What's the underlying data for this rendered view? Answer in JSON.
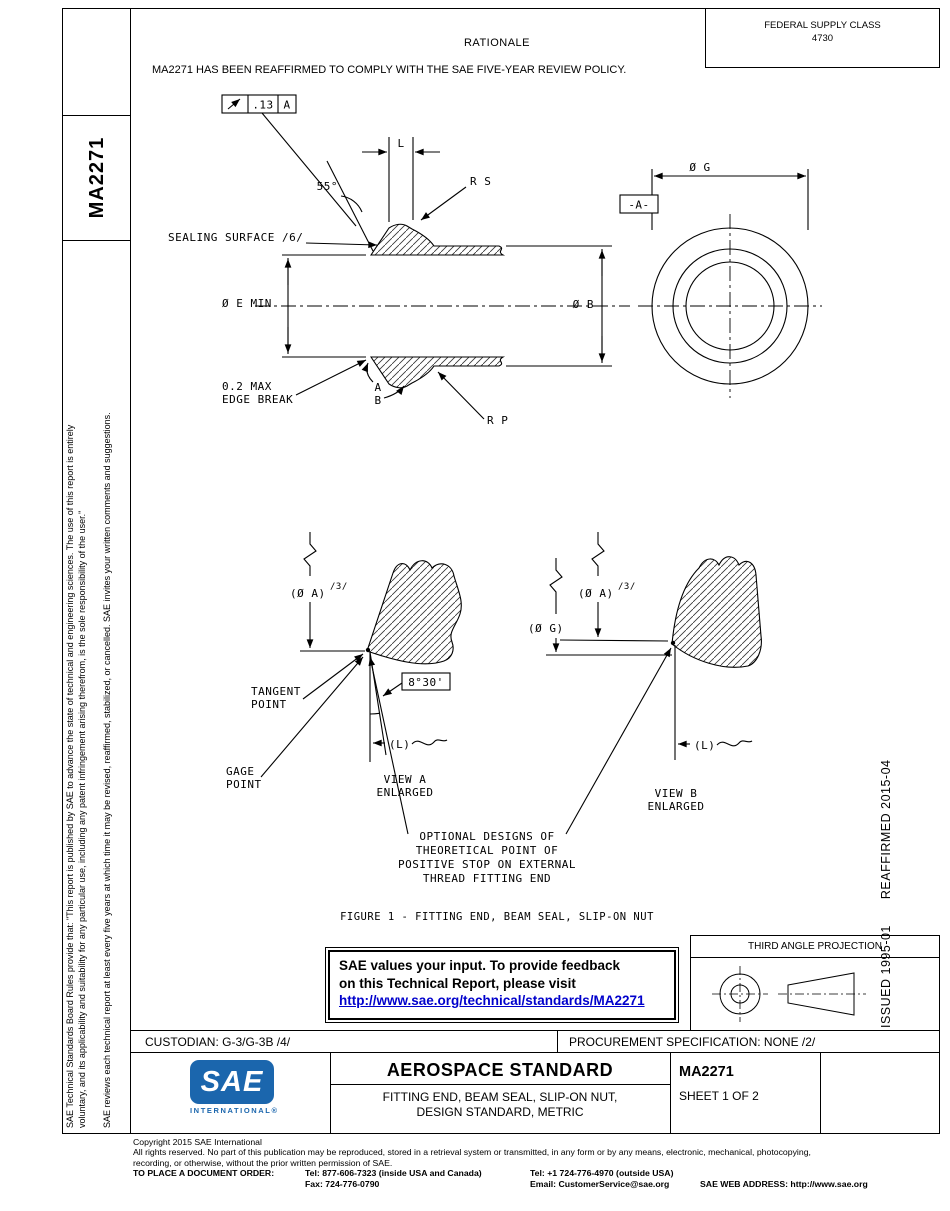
{
  "header": {
    "fsc_label": "FEDERAL SUPPLY CLASS",
    "fsc_code": "4730",
    "rationale_title": "RATIONALE",
    "rationale_text": "MA2271 HAS BEEN REAFFIRMED TO COMPLY WITH THE SAE FIVE-YEAR REVIEW POLICY."
  },
  "left_margin": {
    "doc_number": "MA2271",
    "board_rules_line1": "SAE Technical Standards Board Rules provide that: \"This report is published by SAE to advance the state of technical and engineering sciences. The use of this report is entirely",
    "board_rules_line2": "voluntary, and its applicability and suitability for any particular use, including any patent infringement arising therefrom, is the sole responsibility of the user.\"",
    "review_note": "SAE reviews each technical report at least every five years at which time it may be revised, reaffirmed, stabilized, or cancelled. SAE invites your written comments and suggestions."
  },
  "right_margin": {
    "issued": "ISSUED 1995-01",
    "reaffirmed": "REAFFIRMED 2015-04"
  },
  "drawing": {
    "labels": {
      "fcf_value": ".13",
      "fcf_datum": "A",
      "angle_55": "55°",
      "dim_l": "L",
      "radius_rs": "R S",
      "sealing_surface": "SEALING SURFACE /6/",
      "dia_e_min": "Ø E MIN",
      "dia_b": "Ø B",
      "dia_g": "Ø G",
      "datum_a": "-A-",
      "edge_break_line1": "0.2 MAX",
      "edge_break_line2": "EDGE BREAK",
      "view_arrow_a": "A",
      "view_arrow_b": "B",
      "radius_rp": "R P",
      "dia_a_ref": "(Ø A)",
      "note_3": "/3/",
      "dia_g_ref": "(Ø G)",
      "tangent": "TANGENT",
      "gage": "GAGE",
      "point": "POINT",
      "angle_8_30": "8°30'",
      "dim_l_ref": "(L)",
      "view_a": "VIEW A",
      "view_b": "VIEW B",
      "enlarged": "ENLARGED"
    },
    "optional_note": [
      "OPTIONAL DESIGNS OF",
      "THEORETICAL POINT OF",
      "POSITIVE STOP ON EXTERNAL",
      "THREAD FITTING END"
    ],
    "figure_caption": "FIGURE 1 - FITTING END, BEAM SEAL, SLIP-ON NUT"
  },
  "feedback": {
    "line1": "SAE values your input. To provide feedback",
    "line2": "on this Technical Report, please visit",
    "url": "http://www.sae.org/technical/standards/MA2271"
  },
  "projection": {
    "title": "THIRD ANGLE PROJECTION"
  },
  "title_block": {
    "custodian": "CUSTODIAN: G-3/G-3B /4/",
    "procurement": "PROCUREMENT SPECIFICATION: NONE /2/",
    "standard_type": "AEROSPACE STANDARD",
    "title_line1": "FITTING END, BEAM SEAL, SLIP-ON NUT,",
    "title_line2": "DESIGN STANDARD, METRIC",
    "doc_number": "MA2271",
    "sheet": "SHEET 1 OF 2",
    "logo_text": "SAE",
    "logo_sub": "INTERNATIONAL®",
    "logo_color": "#1b66ad"
  },
  "legal": {
    "copyright": "Copyright 2015 SAE International",
    "rights_line1": "All rights reserved. No part of this publication may be reproduced, stored in a retrieval system or transmitted, in any form or by any means, electronic, mechanical, photocopying,",
    "rights_line2": "recording, or otherwise, without the prior written permission of SAE.",
    "order_label": "TO PLACE A DOCUMENT ORDER:",
    "tel_inside": "Tel: 877-606-7323 (inside USA and Canada)",
    "fax": "Fax: 724-776-0790",
    "tel_outside": "Tel: +1 724-776-4970 (outside USA)",
    "email": "Email: CustomerService@sae.org",
    "web": "SAE WEB ADDRESS: http://www.sae.org"
  }
}
